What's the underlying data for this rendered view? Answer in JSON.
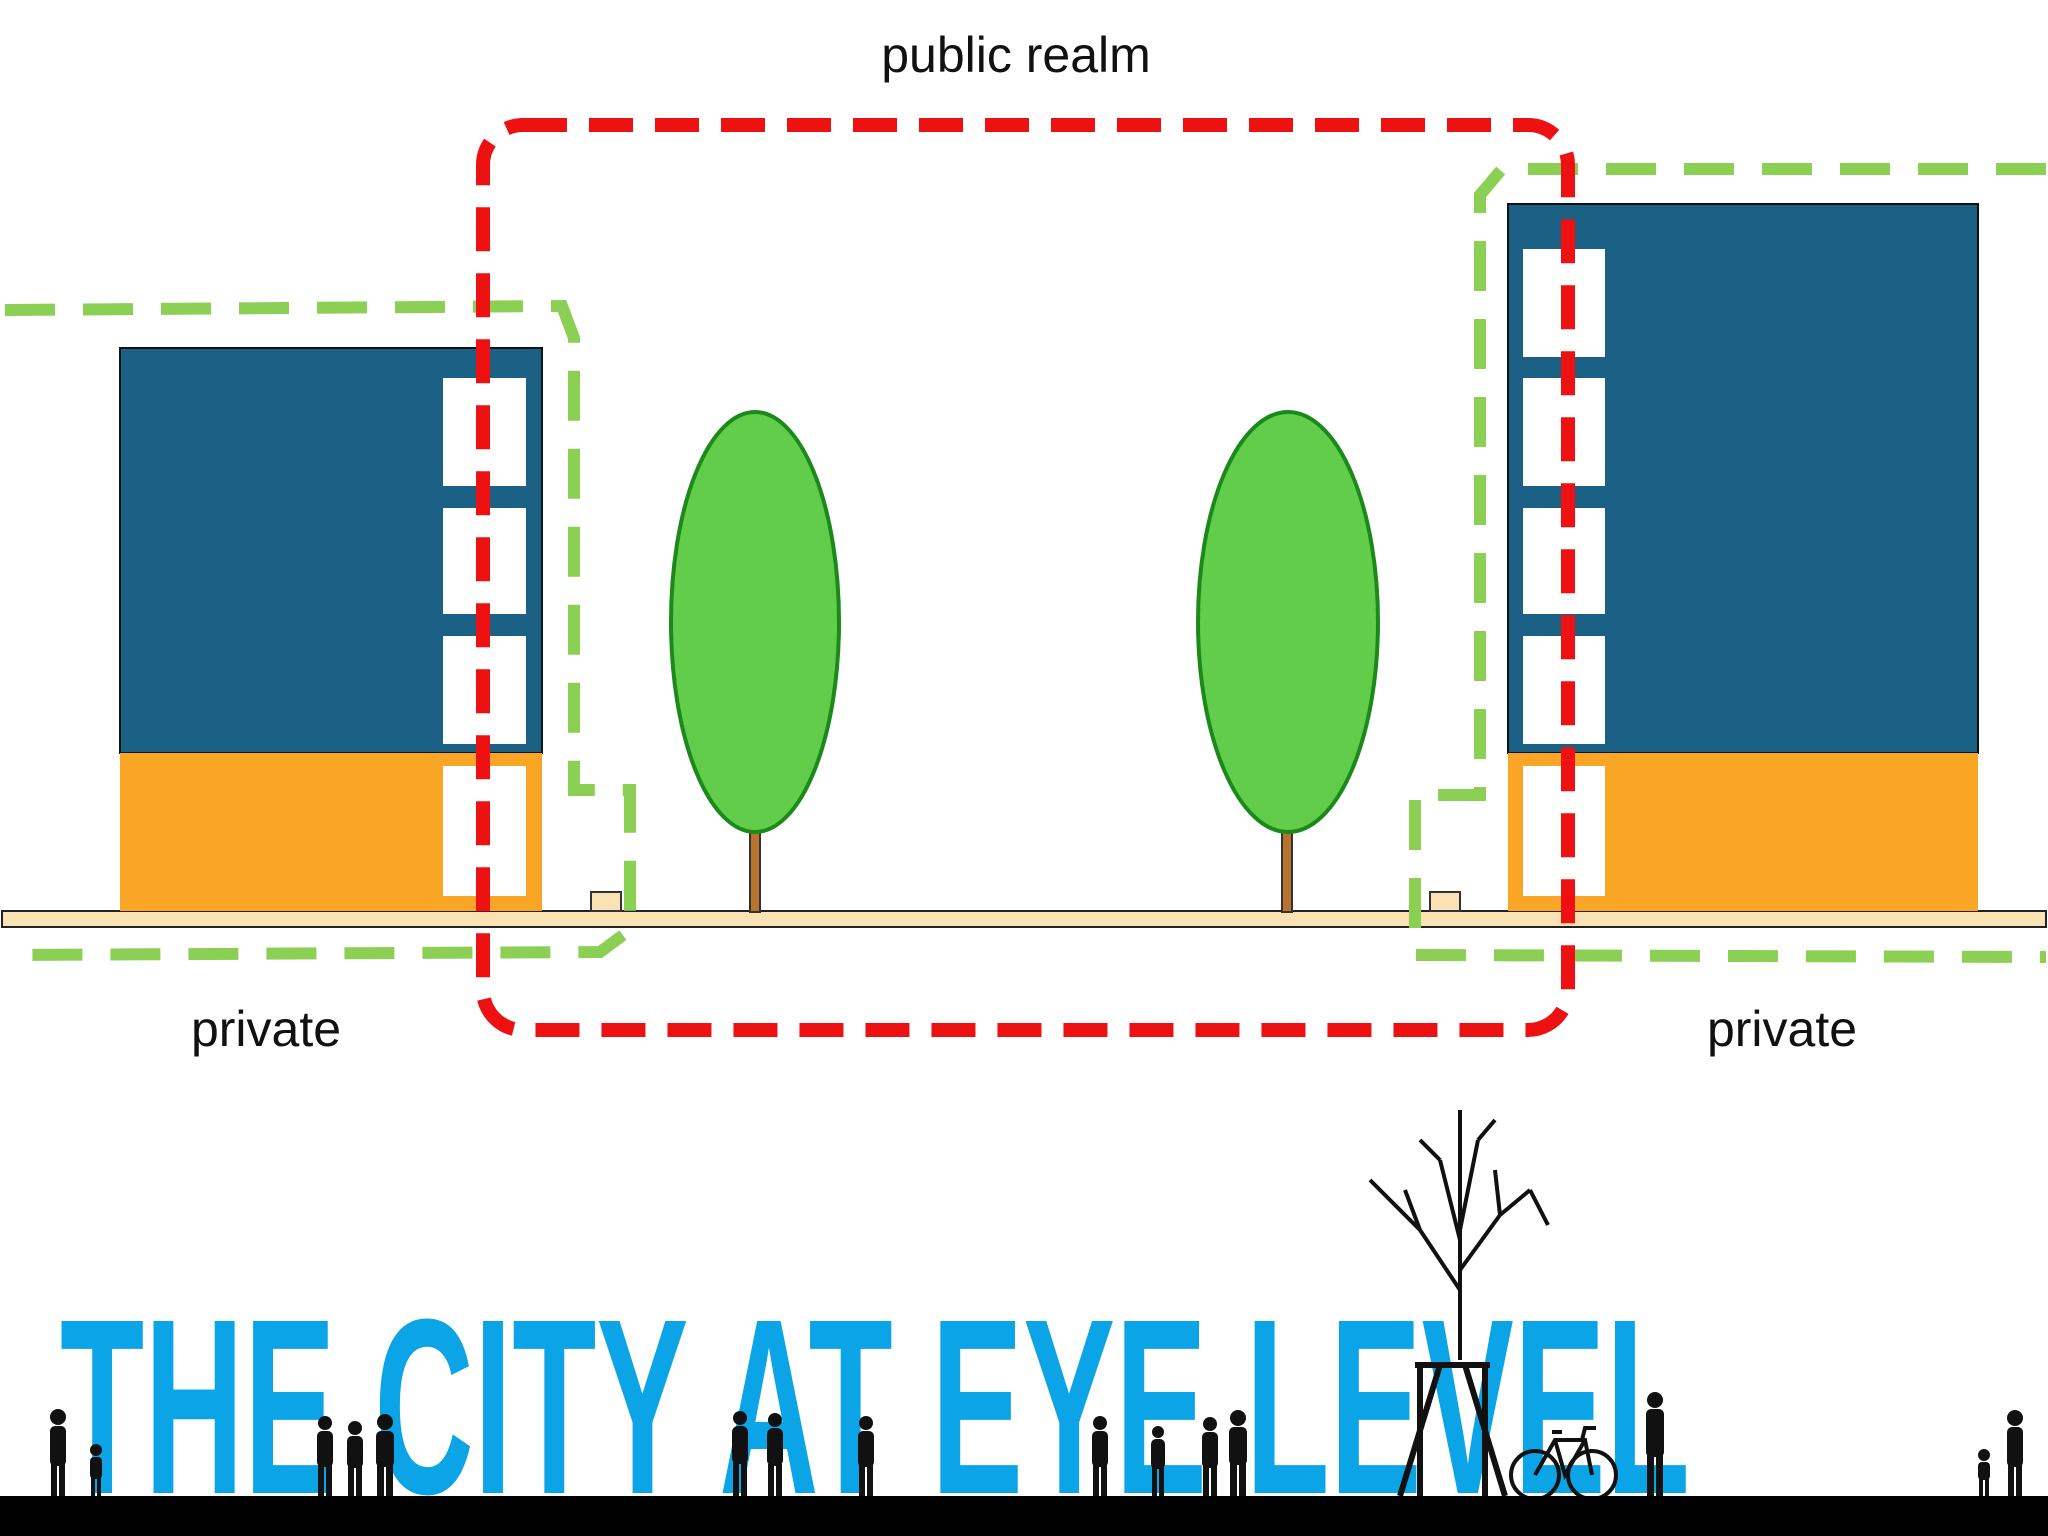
{
  "labels": {
    "top": "public realm",
    "left": "private",
    "right": "private"
  },
  "footer": {
    "title": "THE CITY AT EYE LEVEL"
  },
  "colors": {
    "building_upper": "#1b6186",
    "building_ground": "#f9a526",
    "window": "#ffffff",
    "tree_crown": "#62cd4a",
    "tree_outline": "#1b8a1b",
    "trunk": "#b8742f",
    "sidewalk": "#fbe2b5",
    "public_boundary": "#ee1111",
    "private_boundary": "#8ccf55",
    "brand_text": "#0ba4e6",
    "silhouette": "#111111",
    "ground": "#000000"
  },
  "icons": {
    "tree": "deciduous-tree",
    "bare_tree": "bare-tree",
    "people": "pedestrian-silhouette",
    "bicycle": "bicycle"
  }
}
